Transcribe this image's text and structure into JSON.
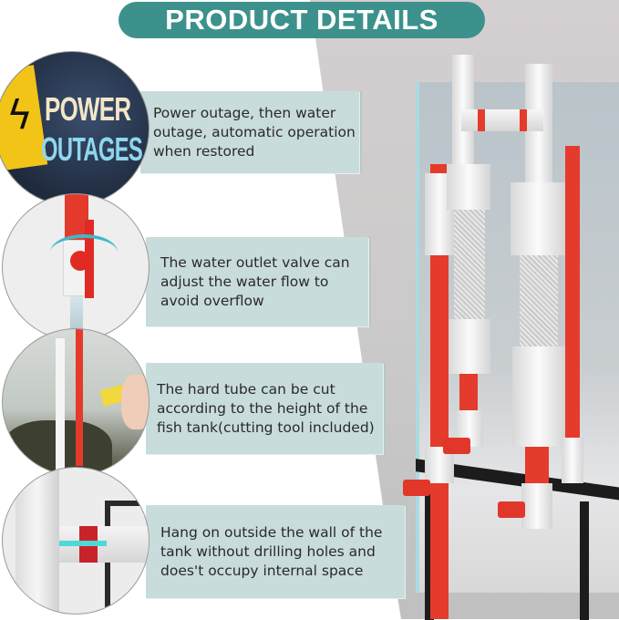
{
  "header": {
    "title": "PRODUCT DETAILS",
    "pill_color": "#3d918c"
  },
  "features": [
    {
      "icon": "power-outage-image",
      "image_text_line1": "POWER",
      "image_text_line2": "OUTAGES",
      "text": "Power outage, then water outage, automatic operation when restored"
    },
    {
      "icon": "valve-image",
      "text": "The water outlet valve can adjust the water flow to avoid overflow"
    },
    {
      "icon": "tube-cutting-image",
      "text": "The hard tube can be cut according to the height of the fish tank(cutting tool included)"
    },
    {
      "icon": "hang-on-wall-image",
      "text": "Hang on outside the wall of the tank without drilling holes and does't occupy internal space"
    }
  ],
  "colors": {
    "card_bg": "#c8dcdb",
    "accent_red": "#e53b2c",
    "arrow_teal": "#3fb8c7"
  }
}
